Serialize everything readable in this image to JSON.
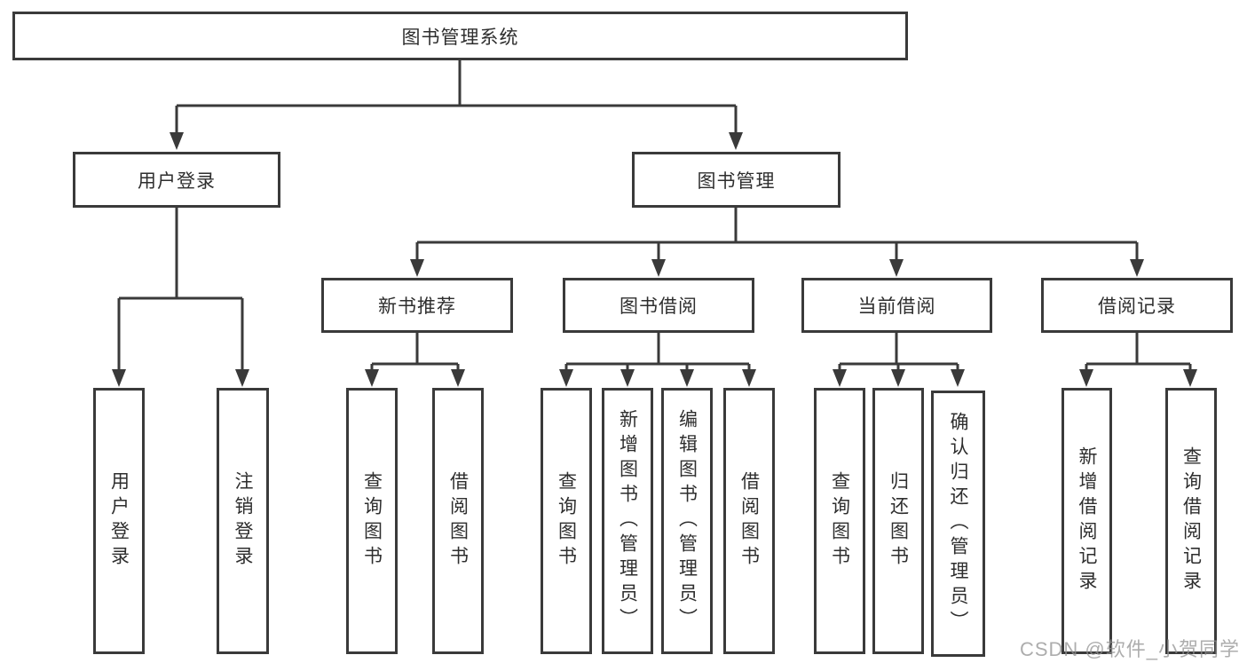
{
  "diagram_title": "图书管理系统",
  "tree": {
    "root": {
      "label": "图书管理系统"
    },
    "branches": [
      {
        "label": "用户登录",
        "children": [
          {
            "label": "用户登录"
          },
          {
            "label": "注销登录"
          }
        ]
      },
      {
        "label": "图书管理",
        "children": [
          {
            "label": "新书推荐",
            "children": [
              {
                "label": "查询图书"
              },
              {
                "label": "借阅图书"
              }
            ]
          },
          {
            "label": "图书借阅",
            "children": [
              {
                "label": "查询图书"
              },
              {
                "label": "新增图书（管理员）"
              },
              {
                "label": "编辑图书（管理员）"
              },
              {
                "label": "借阅图书"
              }
            ]
          },
          {
            "label": "当前借阅",
            "children": [
              {
                "label": "查询图书"
              },
              {
                "label": "归还图书"
              },
              {
                "label": "确认归还（管理员）"
              }
            ]
          },
          {
            "label": "借阅记录",
            "children": [
              {
                "label": "新增借阅记录"
              },
              {
                "label": "查询借阅记录"
              }
            ]
          }
        ]
      }
    ]
  },
  "watermark": {
    "text": "CSDN @软件_小贺同学"
  },
  "colors": {
    "line": "#3a3a3a",
    "box_border": "#3a3a3a",
    "text": "#2e2e2e",
    "watermark": "#919191",
    "background": "#ffffff"
  }
}
